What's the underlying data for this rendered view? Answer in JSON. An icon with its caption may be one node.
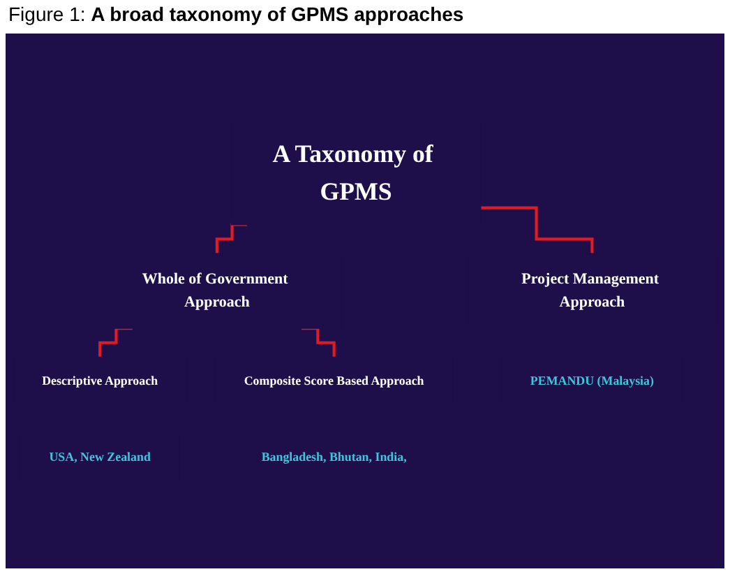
{
  "diagram": {
    "caption": "Figure 1: **A broad taxonomy of GPMS approaches**",
    "nodes": [
      {
        "text": [
          "A Taxonomy of GPMS"
        ]
      },
      {
        "text": [
          "Project Management Approach"
        ],
        "beside": [
          "PEMANDU (Malaysia)"
        ]
      },
      {
        "text": [
          "Whole of Government Approach"
        ]
      },
      {
        "text": [
          "Descriptive Approach"
        ],
        "beside": [
          "USA, New Zealand"
        ]
      },
      {
        "text": [
          "Composite Score Based Approach"
        ],
        "beside": [
          "Bangladesh, Bhutan, India,"
        ]
      }
    ],
    "edges": [
      {
        "from": 0,
        "to": 1,
        "arrow": "none"
      },
      {
        "from": 0,
        "to": 2,
        "arrow": "none"
      },
      {
        "from": 2,
        "to": 3,
        "arrow": "none"
      },
      {
        "from": 2,
        "to": 4,
        "arrow": "none"
      }
    ]
  }
}
